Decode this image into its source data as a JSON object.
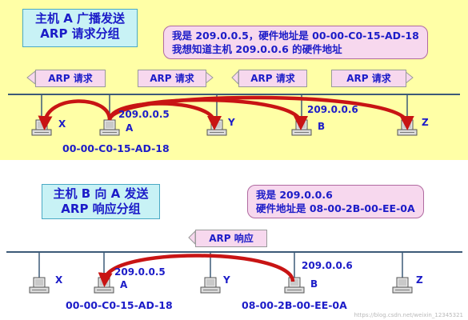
{
  "top": {
    "title_line1": "主机 A 广播发送",
    "title_line2": "ARP 请求分组",
    "callout_line1": "我是 209.0.0.5，硬件地址是 00-00-C0-15-AD-18",
    "callout_line2": "我想知道主机 209.0.0.6 的硬件地址",
    "tags": [
      "ARP 请求",
      "ARP 请求",
      "ARP 请求",
      "ARP 请求"
    ],
    "hosts": {
      "x": "X",
      "a": "A",
      "a_ip": "209.0.0.5",
      "a_mac": "00-00-C0-15-AD-18",
      "y": "Y",
      "b": "B",
      "b_ip": "209.0.0.6",
      "z": "Z"
    }
  },
  "bottom": {
    "title_line1": "主机 B 向 A 发送",
    "title_line2": "ARP 响应分组",
    "callout_line1": "我是 209.0.0.6",
    "callout_line2": "硬件地址是 08-00-2B-00-EE-0A",
    "tag": "ARP 响应",
    "hosts": {
      "x": "X",
      "a": "A",
      "a_ip": "209.0.0.5",
      "a_mac": "00-00-C0-15-AD-18",
      "y": "Y",
      "b": "B",
      "b_ip": "209.0.0.6",
      "b_mac": "08-00-2B-00-EE-0A",
      "z": "Z"
    }
  },
  "watermark": "https://blog.csdn.net/weixin_12345321",
  "colors": {
    "top_background": "#ffffa6",
    "title_box": "#c8f2f5",
    "callout": "#f7d8ee",
    "text": "#1c1cc8",
    "arrow": "#c81414",
    "bus": "#3c5a78"
  }
}
